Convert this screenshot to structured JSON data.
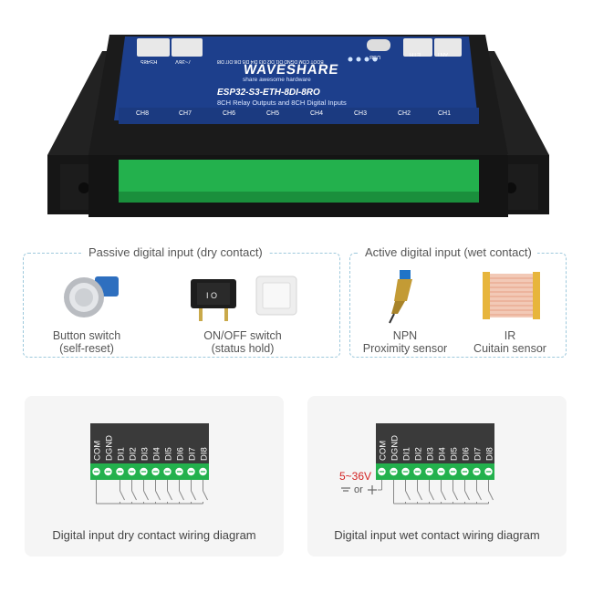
{
  "device": {
    "brand": "WAVESHARE",
    "tagline": "share awesome hardware",
    "model": "ESP32-S3-ETH-8DI-8RO",
    "description": "8CH Relay Outputs and 8CH Digital Inputs",
    "port_labels": [
      "ANT",
      "ETH",
      "USB",
      "BOOT COM DGND DI1 DI2 DI3 DI4 DI5 DI6 DI7 DI8",
      "7~36V",
      "RS485"
    ],
    "channels": [
      "CH8",
      "CH7",
      "CH6",
      "CH5",
      "CH4",
      "CH3",
      "CH2",
      "CH1"
    ]
  },
  "passive": {
    "title": "Passive digital input (dry contact)",
    "items": [
      {
        "line1": "Button switch",
        "line2": "(self-reset)"
      },
      {
        "line1": "ON/OFF switch",
        "line2": "(status hold)"
      }
    ]
  },
  "active": {
    "title": "Active digital input (wet contact)",
    "items": [
      {
        "line1": "NPN",
        "line2": "Proximity sensor"
      },
      {
        "line1": "IR",
        "line2": "Cuitain sensor"
      }
    ]
  },
  "wiring": {
    "terminals": [
      "COM",
      "DGND",
      "DI1",
      "DI2",
      "DI3",
      "DI4",
      "DI5",
      "DI6",
      "DI7",
      "DI8"
    ],
    "dry_caption": "Digital input dry contact wiring diagram",
    "wet_caption": "Digital input wet contact wiring diagram",
    "voltage": "5~36V",
    "or_label": "or"
  },
  "colors": {
    "terminal_green": "#23b14d",
    "header_dark": "#3a3a3a",
    "dashed_border": "#9ec9dc",
    "voltage_red": "#d32222",
    "device_body": "#1b1b1b",
    "device_panel": "#1d3f8c"
  }
}
